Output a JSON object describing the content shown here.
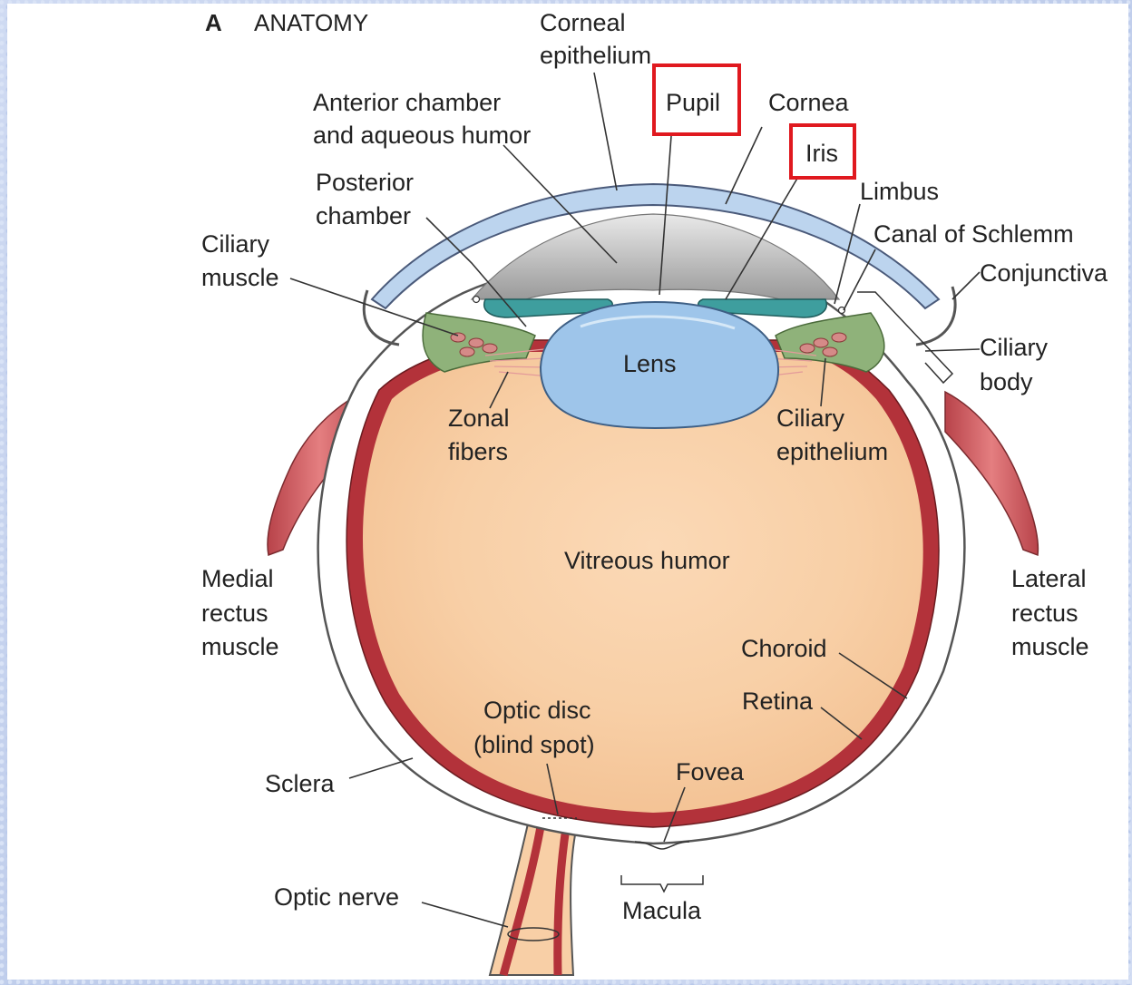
{
  "figure": {
    "panel_letter": "A",
    "title": "ANATOMY"
  },
  "labels": {
    "corneal_epithelium": [
      "Corneal",
      "epithelium"
    ],
    "pupil": "Pupil",
    "cornea": "Cornea",
    "anterior_chamber": [
      "Anterior chamber",
      "and aqueous humor"
    ],
    "iris": "Iris",
    "posterior_chamber": [
      "Posterior",
      "chamber"
    ],
    "limbus": "Limbus",
    "canal_of_schlemm": "Canal of Schlemm",
    "conjunctiva": "Conjunctiva",
    "ciliary_muscle": [
      "Ciliary",
      "muscle"
    ],
    "ciliary_body": [
      "Ciliary",
      "body"
    ],
    "lens": "Lens",
    "zonal_fibers": [
      "Zonal",
      "fibers"
    ],
    "ciliary_epithelium": [
      "Ciliary",
      "epithelium"
    ],
    "vitreous_humor": "Vitreous humor",
    "medial_rectus": [
      "Medial",
      "rectus",
      "muscle"
    ],
    "lateral_rectus": [
      "Lateral",
      "rectus",
      "muscle"
    ],
    "choroid": "Choroid",
    "retina": "Retina",
    "optic_disc": [
      "Optic disc",
      "(blind spot)"
    ],
    "fovea": "Fovea",
    "sclera": "Sclera",
    "optic_nerve": "Optic nerve",
    "macula": "Macula"
  },
  "highlights": [
    "Pupil",
    "Iris"
  ],
  "colors": {
    "vitreous": "#f8cfa6",
    "lens": "#9ec5ea",
    "cornea": "#bcd4ee",
    "iris": "#3e9e9e",
    "choroid": "#b3323a",
    "muscle": "#d9646a",
    "highlight_box": "#e0191f",
    "background": "#c9d6ee"
  }
}
